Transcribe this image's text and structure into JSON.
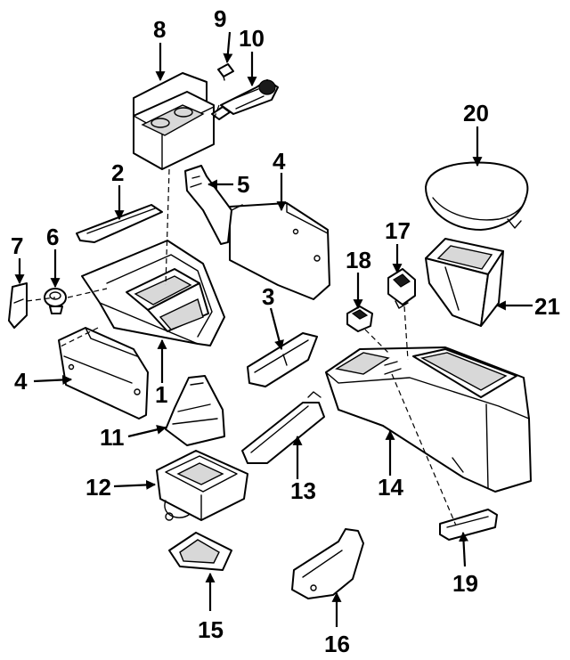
{
  "callouts": [
    {
      "id": "c1",
      "label": "1"
    },
    {
      "id": "c2",
      "label": "2"
    },
    {
      "id": "c3",
      "label": "3"
    },
    {
      "id": "c4a",
      "label": "4"
    },
    {
      "id": "c4b",
      "label": "4"
    },
    {
      "id": "c5",
      "label": "5"
    },
    {
      "id": "c6",
      "label": "6"
    },
    {
      "id": "c7",
      "label": "7"
    },
    {
      "id": "c8",
      "label": "8"
    },
    {
      "id": "c9",
      "label": "9"
    },
    {
      "id": "c10",
      "label": "10"
    },
    {
      "id": "c11",
      "label": "11"
    },
    {
      "id": "c12",
      "label": "12"
    },
    {
      "id": "c13",
      "label": "13"
    },
    {
      "id": "c14",
      "label": "14"
    },
    {
      "id": "c15",
      "label": "15"
    },
    {
      "id": "c16",
      "label": "16"
    },
    {
      "id": "c17",
      "label": "17"
    },
    {
      "id": "c18",
      "label": "18"
    },
    {
      "id": "c19",
      "label": "19"
    },
    {
      "id": "c20",
      "label": "20"
    },
    {
      "id": "c21",
      "label": "21"
    }
  ],
  "colors": {
    "line": "#000000",
    "background": "#ffffff"
  }
}
